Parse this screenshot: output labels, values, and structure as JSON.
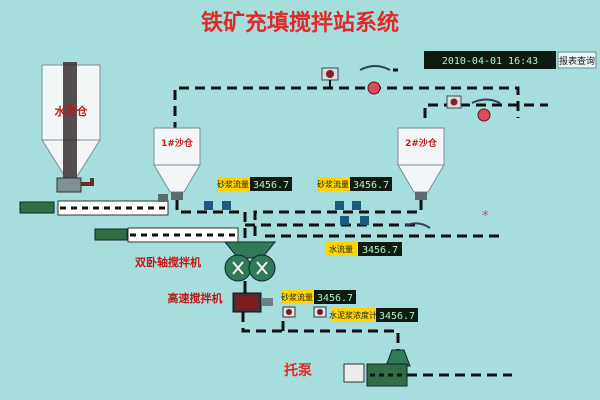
{
  "title": "铁矿充填搅拌站系统",
  "header": {
    "datetime": "2010-04-01 16:43",
    "report_button": "报表查询"
  },
  "vessels": {
    "cement_silo": "水泥仓",
    "sand_silo_1": "1#沙仓",
    "sand_silo_2": "2#沙仓"
  },
  "equipment": {
    "twin_shaft_mixer": "双卧轴搅拌机",
    "high_speed_mixer": "高速搅拌机",
    "pump": "托泵"
  },
  "readouts": {
    "sand_flow_1": {
      "label": "砂浆流量",
      "value": "3456.7"
    },
    "sand_flow_2": {
      "label": "砂浆流量",
      "value": "3456.7"
    },
    "water_flow": {
      "label": "水流量",
      "value": "3456.7"
    },
    "slurry_flow": {
      "label": "砂浆流量",
      "value": "3456.7"
    },
    "slurry_density": {
      "label": "水泥浆浓度计",
      "value": "3456.7"
    }
  },
  "colors": {
    "background": "#a6dede",
    "title": "#e02a2a",
    "label": "#c01818",
    "tag": "#ffd400",
    "display": "#0f1b12"
  }
}
